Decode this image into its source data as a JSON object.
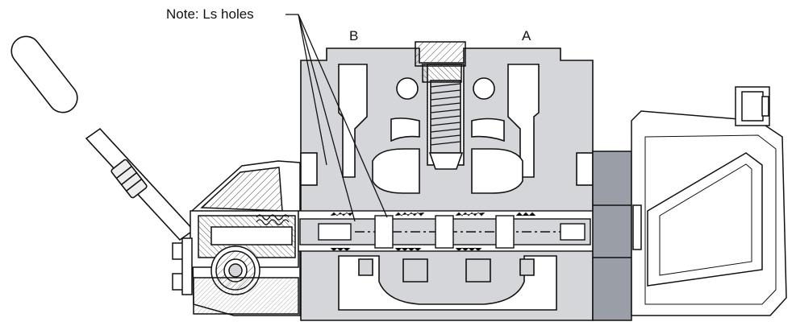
{
  "labels": {
    "note": "Note: Ls holes",
    "port_b": "B",
    "port_a": "A"
  },
  "colors": {
    "body_fill": "#d4d6da",
    "actuator_fill": "#9a9ea6",
    "outline": "#111111",
    "background": "#ffffff",
    "hatch": "#444444"
  },
  "icons": [
    "hand-lever-icon",
    "spring-icon",
    "solenoid-actuator-icon",
    "spool-icon"
  ]
}
